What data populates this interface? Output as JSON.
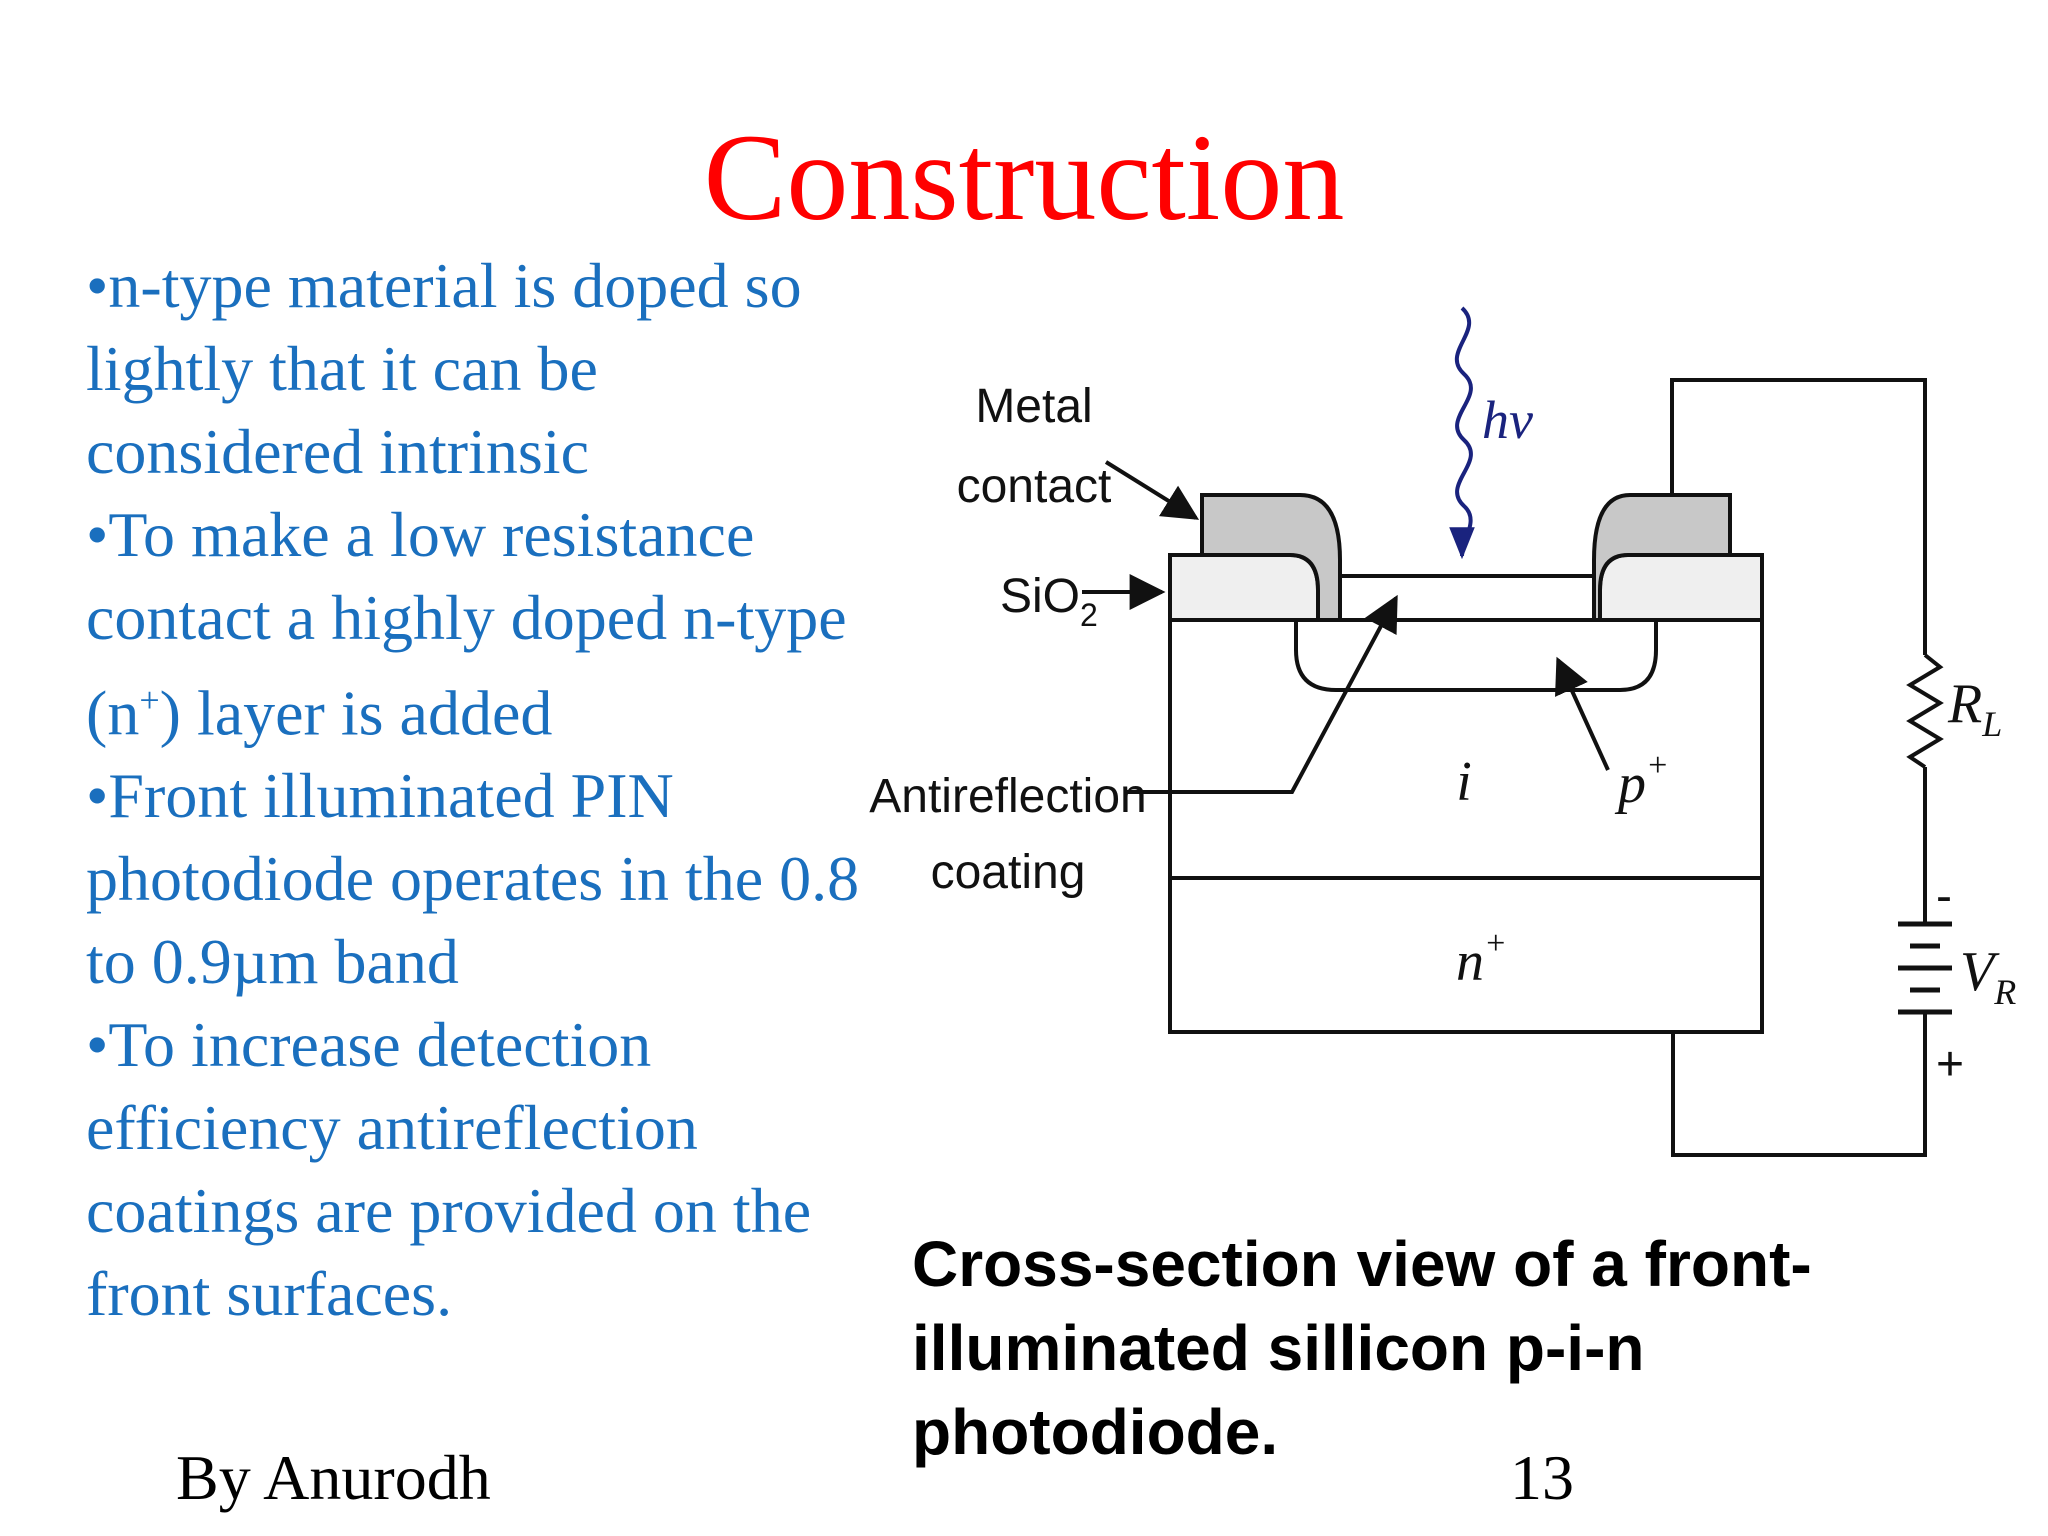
{
  "slide": {
    "title": "Construction",
    "bullets": [
      {
        "before": "•n-type material is doped so lightly that it can be considered intrinsic"
      },
      {
        "before": "•To make a low resistance contact a highly doped n-type (n",
        "sup": "+",
        "after": ") layer is added"
      },
      {
        "before": "•Front illuminated PIN photodiode operates in the 0.8 to 0.9µm band"
      },
      {
        "before": "•To increase detection efficiency antireflection coatings are provided on the front surfaces."
      }
    ],
    "caption": "Cross-section view of a  front-illuminated sillicon p-i-n photodiode.",
    "author": "By Anurodh",
    "page_number": "13"
  },
  "diagram": {
    "labels": {
      "metal": "Metal",
      "contact": "contact",
      "sio2_base": "SiO",
      "sio2_sub": "2",
      "antireflection": "Antireflection",
      "coating": "coating",
      "photon": "hν",
      "intrinsic": "i",
      "p_base": "p",
      "p_sup": "+",
      "n_base": "n",
      "n_sup": "+",
      "rl_base": "R",
      "rl_sub": "L",
      "vr_base": "V",
      "vr_sub": "R",
      "minus": "-",
      "plus": "+"
    },
    "colors": {
      "metal_fill": "#c8c8c8",
      "sio2_fill": "#efefef",
      "outline": "#111111",
      "photon": "#1a237e"
    }
  }
}
